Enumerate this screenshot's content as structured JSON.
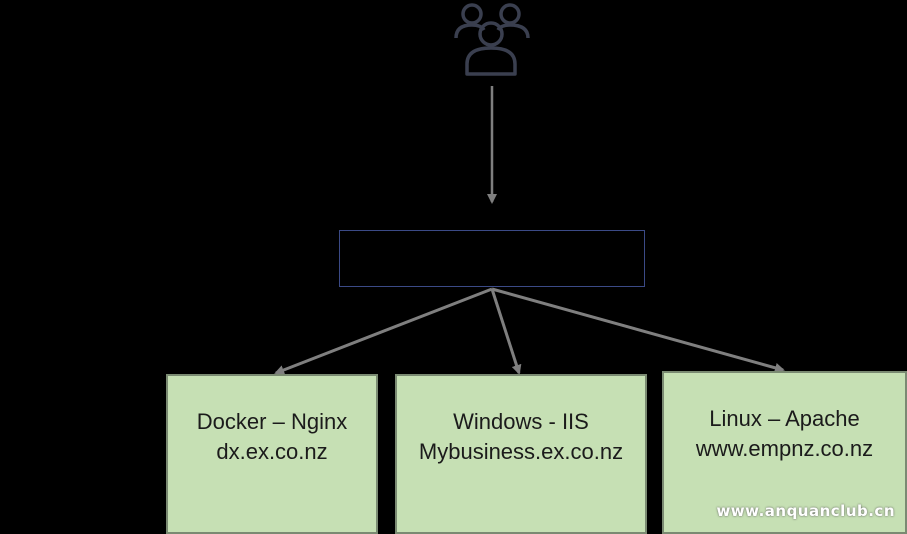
{
  "colors": {
    "background": "#000000",
    "connector": "#7f7f7f",
    "proxy_border": "#3b4a86",
    "server_fill": "#c6e0b4",
    "server_border": "#7a8a72",
    "user_icon": "#3a3f4f"
  },
  "icons": {
    "users": "users-group-icon"
  },
  "servers": [
    {
      "line1": "Docker – Nginx",
      "line2": "dx.ex.co.nz"
    },
    {
      "line1": "Windows - IIS",
      "line2": "Mybusiness.ex.co.nz"
    },
    {
      "line1": "Linux – Apache",
      "line2": "www.empnz.co.nz"
    }
  ],
  "watermark": "www.anquanclub.cn"
}
